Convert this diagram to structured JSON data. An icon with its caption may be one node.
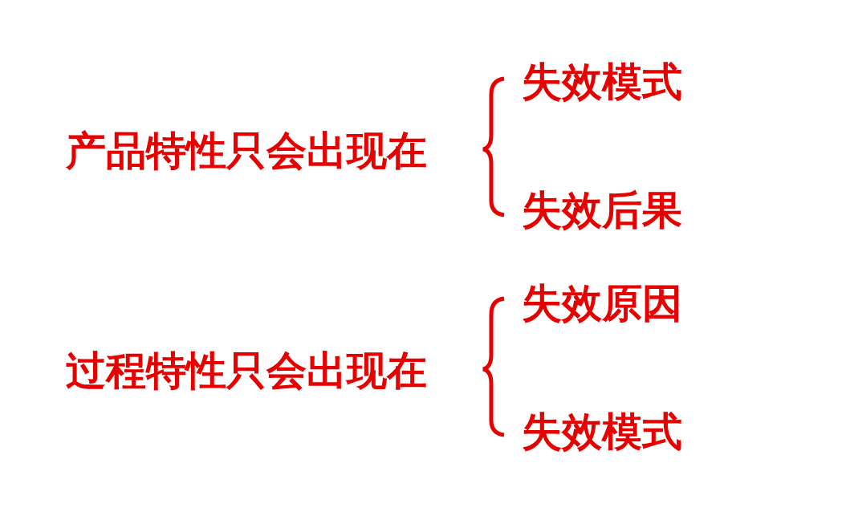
{
  "diagram": {
    "labels": [
      "失效模式",
      "产品特性只会出现在",
      "失效后果",
      "失效原因",
      "过程特性只会出现在",
      "失效模式"
    ]
  }
}
